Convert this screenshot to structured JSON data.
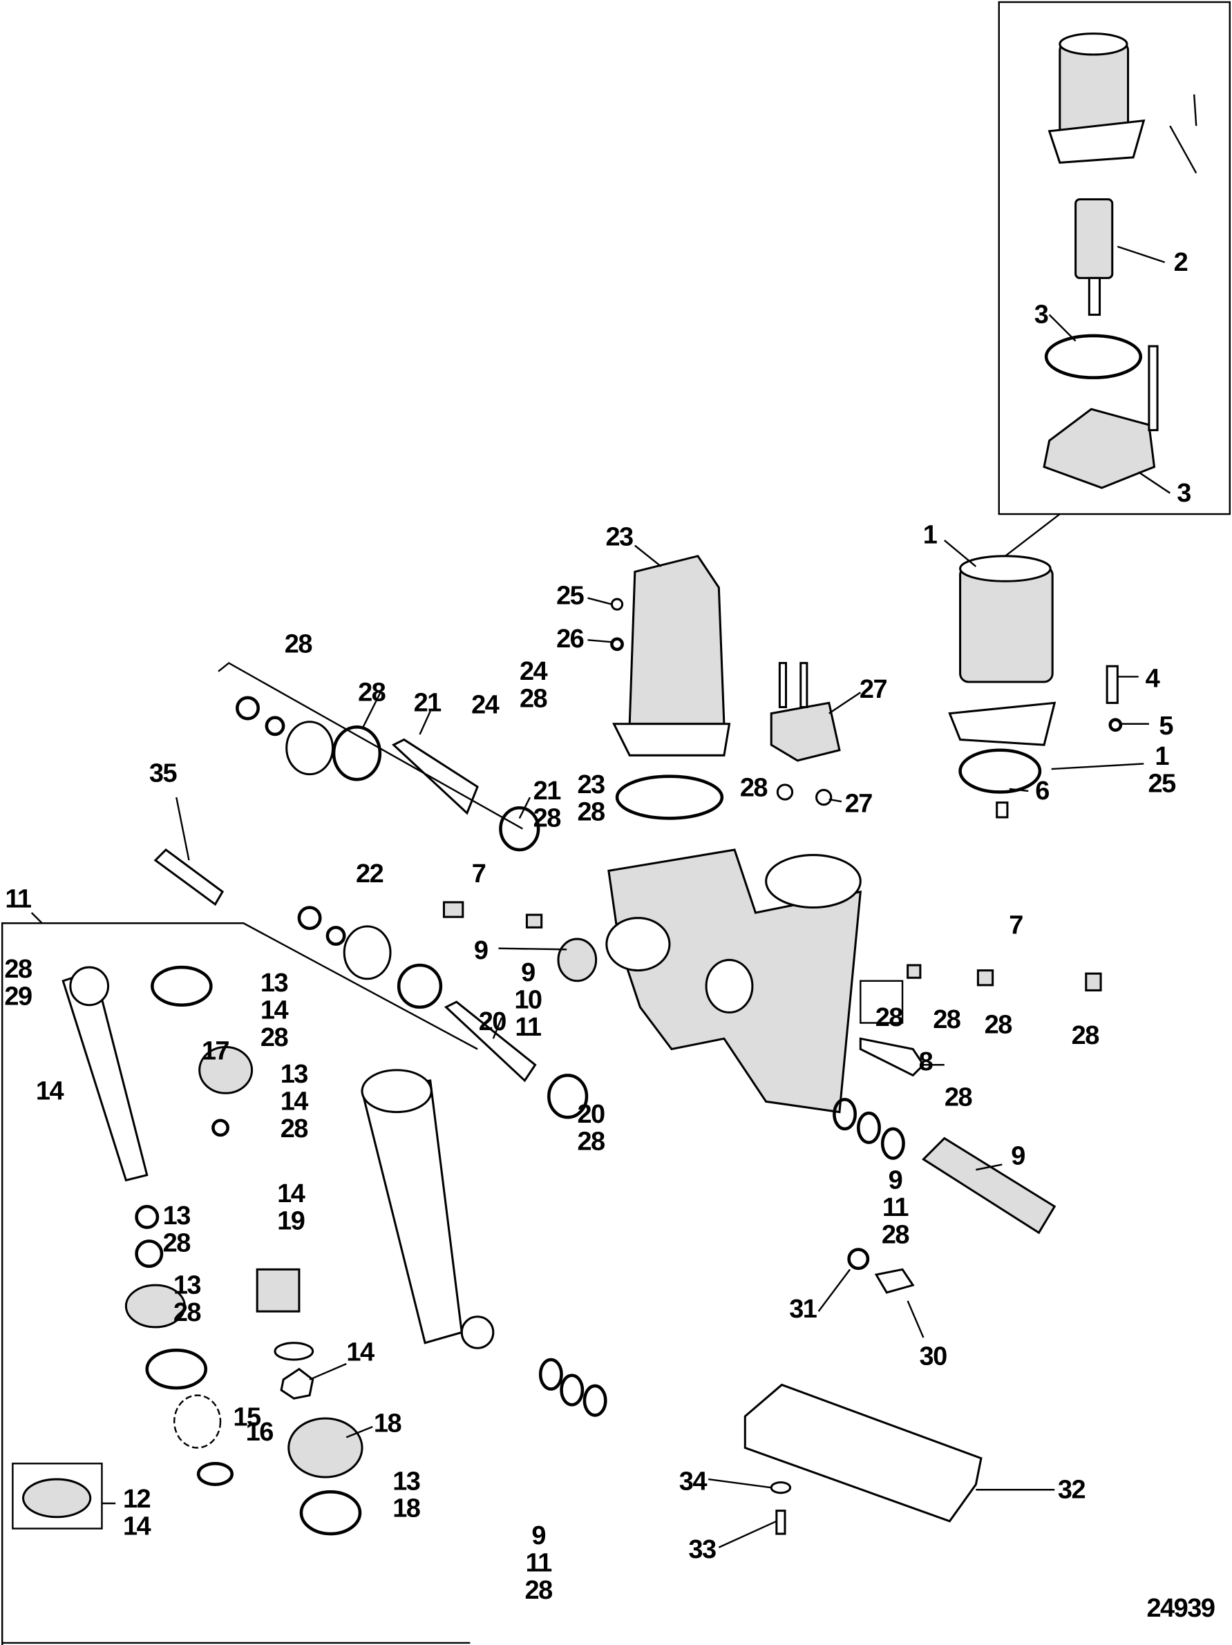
{
  "diagram_number": "24939",
  "callouts": [
    {
      "lines": [
        "1"
      ]
    },
    {
      "lines": [
        "2"
      ]
    },
    {
      "lines": [
        "3"
      ]
    },
    {
      "lines": [
        "3"
      ]
    },
    {
      "lines": [
        "23"
      ]
    },
    {
      "lines": [
        "25"
      ]
    },
    {
      "lines": [
        "26"
      ]
    },
    {
      "lines": [
        "24",
        "28"
      ]
    },
    {
      "lines": [
        "24"
      ]
    },
    {
      "lines": [
        "28"
      ]
    },
    {
      "lines": [
        "28"
      ]
    },
    {
      "lines": [
        "21"
      ]
    },
    {
      "lines": [
        "21",
        "28"
      ]
    },
    {
      "lines": [
        "23",
        "28"
      ]
    },
    {
      "lines": [
        "27"
      ]
    },
    {
      "lines": [
        "28"
      ]
    },
    {
      "lines": [
        "27"
      ]
    },
    {
      "lines": [
        "4"
      ]
    },
    {
      "lines": [
        "5"
      ]
    },
    {
      "lines": [
        "1",
        "25"
      ]
    },
    {
      "lines": [
        "6"
      ]
    },
    {
      "lines": [
        "35"
      ]
    },
    {
      "lines": [
        "22"
      ]
    },
    {
      "lines": [
        "7"
      ]
    },
    {
      "lines": [
        "7"
      ]
    },
    {
      "lines": [
        "11"
      ]
    },
    {
      "lines": [
        "28",
        "29"
      ]
    },
    {
      "lines": [
        "9"
      ]
    },
    {
      "lines": [
        "9",
        "10",
        "11"
      ]
    },
    {
      "lines": [
        "20"
      ]
    },
    {
      "lines": [
        "28"
      ]
    },
    {
      "lines": [
        "28"
      ]
    },
    {
      "lines": [
        "28"
      ]
    },
    {
      "lines": [
        "28"
      ]
    },
    {
      "lines": [
        "8"
      ]
    },
    {
      "lines": [
        "28"
      ]
    },
    {
      "lines": [
        "13",
        "14",
        "28"
      ]
    },
    {
      "lines": [
        "17"
      ]
    },
    {
      "lines": [
        "13",
        "14",
        "28"
      ]
    },
    {
      "lines": [
        "14"
      ]
    },
    {
      "lines": [
        "20",
        "28"
      ]
    },
    {
      "lines": [
        "14",
        "19"
      ]
    },
    {
      "lines": [
        "13",
        "28"
      ]
    },
    {
      "lines": [
        "9",
        "11",
        "28"
      ]
    },
    {
      "lines": [
        "9"
      ]
    },
    {
      "lines": [
        "13",
        "28"
      ]
    },
    {
      "lines": [
        "14"
      ]
    },
    {
      "lines": [
        "15"
      ]
    },
    {
      "lines": [
        "16"
      ]
    },
    {
      "lines": [
        "18"
      ]
    },
    {
      "lines": [
        "13",
        "18"
      ]
    },
    {
      "lines": [
        "12",
        "14"
      ]
    },
    {
      "lines": [
        "9",
        "11",
        "28"
      ]
    },
    {
      "lines": [
        "31"
      ]
    },
    {
      "lines": [
        "30"
      ]
    },
    {
      "lines": [
        "32"
      ]
    },
    {
      "lines": [
        "34"
      ]
    },
    {
      "lines": [
        "33"
      ]
    }
  ]
}
